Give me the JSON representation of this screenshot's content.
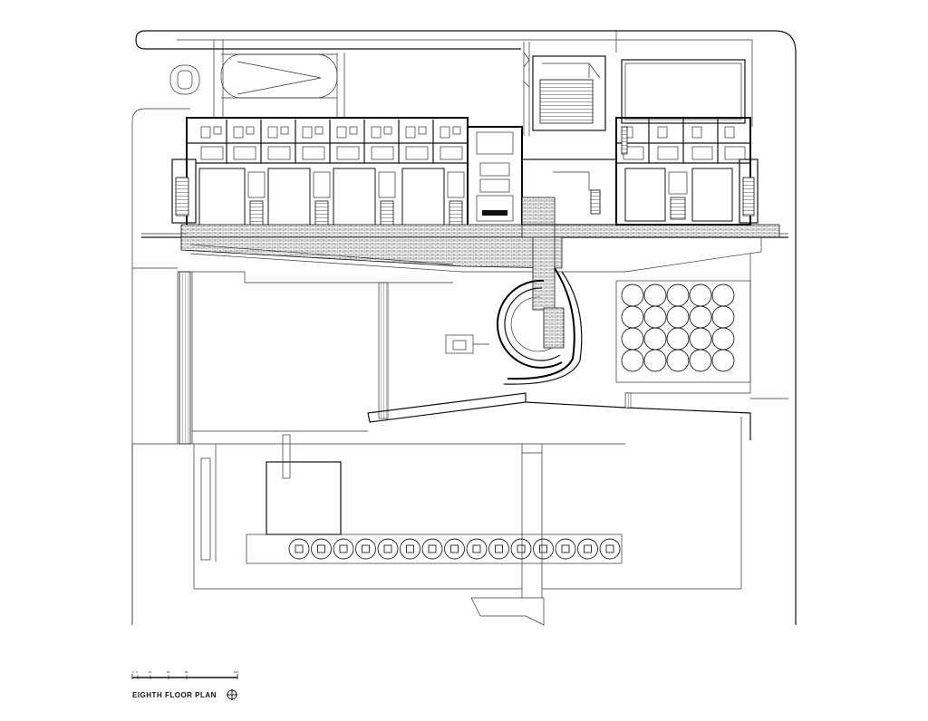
{
  "drawing": {
    "title": "EIGHTH FLOOR PLAN",
    "scale_bar_labels": [
      "0",
      "5",
      "10",
      "20",
      "50",
      "100"
    ],
    "north_arrow": "north-arrow-icon"
  },
  "colors": {
    "ink": "#111111",
    "paper": "#ffffff"
  }
}
